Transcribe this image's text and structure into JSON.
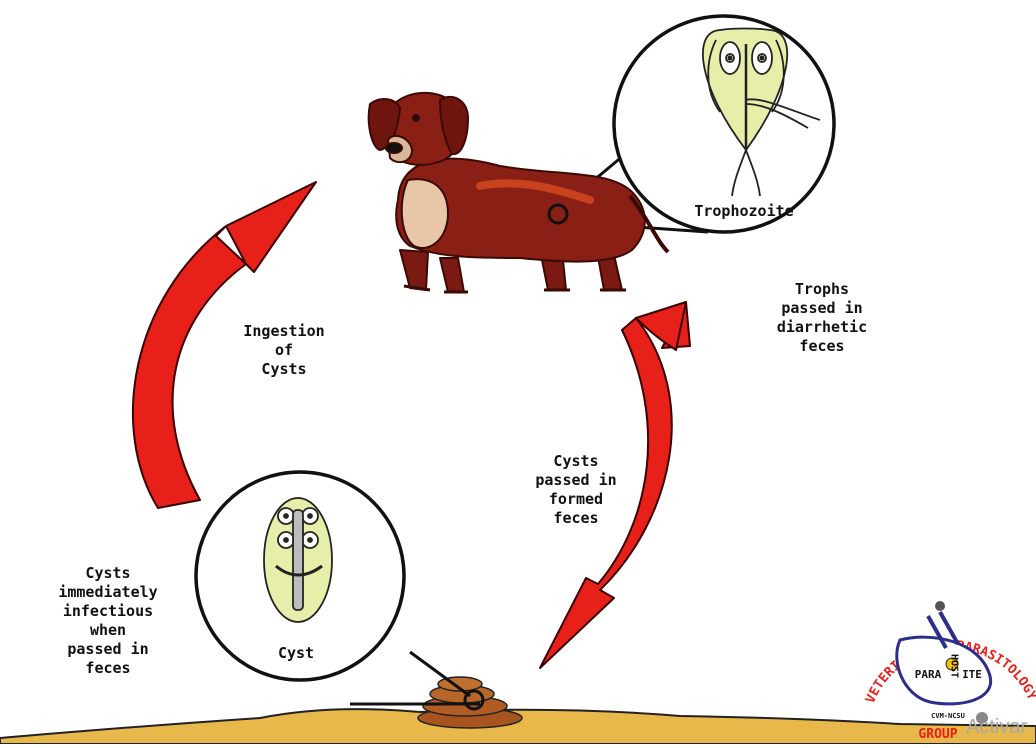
{
  "diagram": {
    "labels": {
      "ingestion": "Ingestion\nof\nCysts",
      "trophs_passed": "Trophs\npassed in\ndiarrhetic\nfeces",
      "cysts_passed": "Cysts\npassed in\nformed\nfeces",
      "cysts_infectious": "Cysts\nimmediately\ninfectious\nwhen\npassed in\nfeces",
      "trophozoite": "Trophozoite",
      "cyst": "Cyst"
    },
    "logo": {
      "top_left": "VETERINARY",
      "top_right": "PARASITOLOGY",
      "bottom": "GROUP",
      "inner_word": "PARA",
      "inner_word2": "ITE",
      "host_letters": "HOST",
      "school": "CVM-NCSU"
    },
    "watermark": "Activar",
    "colors": {
      "arrow_red": "#e8201a",
      "ground": "#e8b84a",
      "dog": "#8a1f16",
      "cell_fill": "#e6eeaa"
    }
  }
}
